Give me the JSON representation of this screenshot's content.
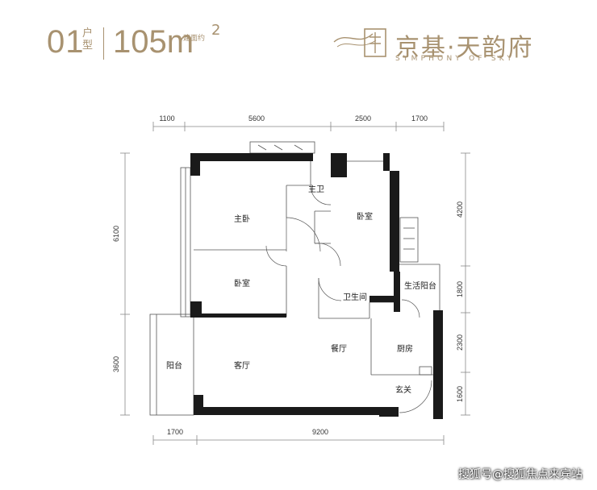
{
  "header": {
    "unit_code": "01",
    "unit_type": "户型",
    "area_value": "105m",
    "area_sup": "2",
    "area_label": "建面约",
    "brand_cn": "京基·天韵府",
    "brand_en": "SYMPHONY OF SKY"
  },
  "rooms": {
    "master_bedroom": "主卧",
    "master_bath": "主卫",
    "bedroom_ne": "卧室",
    "bedroom_w": "卧室",
    "bathroom": "卫生间",
    "utility_balcony": "生活阳台",
    "dining": "餐厅",
    "kitchen": "厨房",
    "living": "客厅",
    "balcony": "阳台",
    "entrance": "玄关"
  },
  "dims": {
    "top": [
      "1100",
      "5600",
      "2500",
      "1700"
    ],
    "bottom": [
      "1700",
      "9200"
    ],
    "left": [
      "6100",
      "3600"
    ],
    "right": [
      "4200",
      "1800",
      "2300",
      "1600"
    ]
  },
  "watermark": "搜狐号@搜狐焦点来宾站",
  "colors": {
    "accent": "#a89270",
    "wall": "#1a1a1a",
    "line": "#555555"
  }
}
